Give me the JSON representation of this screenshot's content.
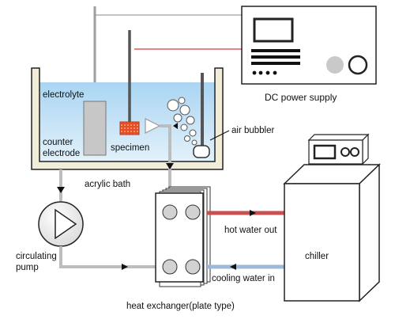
{
  "labels": {
    "dc_power_supply": "DC power supply",
    "electrolyte": "electrolyte",
    "counter_electrode": "counter\nelectrode",
    "specimen": "specimen",
    "air_bubbler": "air bubbler",
    "acrylic_bath": "acrylic bath",
    "circulating_pump": "circulating\npump",
    "hot_water_out": "hot water out",
    "cooling_water_in": "cooling water in",
    "chiller": "chiller",
    "heat_exchanger": "heat exchanger(plate type)"
  },
  "colors": {
    "electrolyte": "#c9e4f5",
    "bath_fill": "#f2edd8",
    "pipe": "#bdbdbd",
    "hot_pipe": "#c85050",
    "cold_pipe": "#9db9d9",
    "specimen": "#ea4b2a",
    "wire": "#d33a3a"
  }
}
